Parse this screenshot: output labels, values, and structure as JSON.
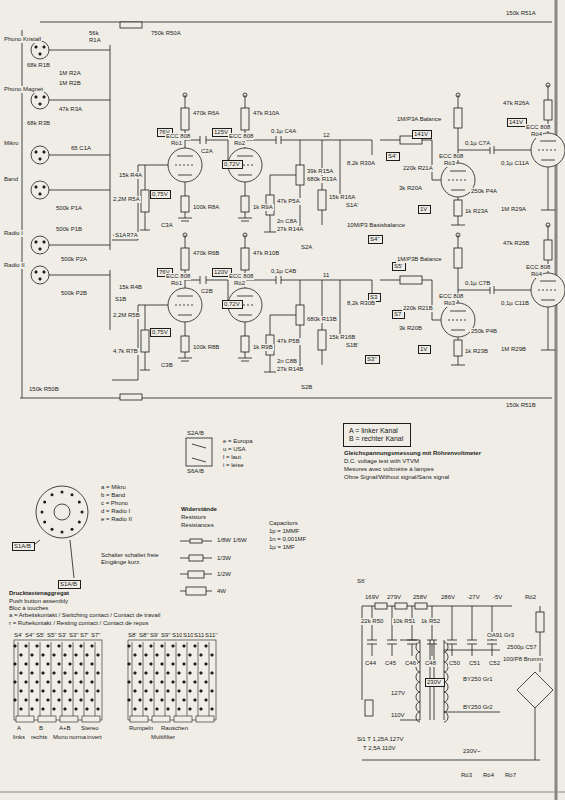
{
  "diagram": {
    "nodes": [
      {
        "text": [
          "76V"
        ]
      },
      {
        "text": [
          "125V"
        ]
      },
      {
        "text": [
          "0,75V"
        ]
      },
      {
        "text": [
          "0,72V"
        ]
      },
      {
        "text": [
          "76V"
        ]
      },
      {
        "text": [
          "120V"
        ]
      },
      {
        "text": [
          "0,75V"
        ]
      },
      {
        "text": [
          "0,72V"
        ]
      },
      {
        "text": [
          "141V"
        ]
      },
      {
        "text": [
          "1V"
        ]
      },
      {
        "text": [
          "141V"
        ]
      },
      {
        "text": [
          "1V"
        ]
      },
      {
        "text": [
          "S4'"
        ]
      },
      {
        "text": [
          "S4''"
        ]
      },
      {
        "text": [
          "S5'"
        ]
      },
      {
        "text": [
          "S3"
        ]
      },
      {
        "text": [
          "S7"
        ]
      },
      {
        "text": [
          "S3''"
        ]
      },
      {
        "text": [
          "S1A/B"
        ]
      },
      {
        "text": [
          "S1A/B"
        ]
      },
      {
        "text": [
          "A = linker Kanal",
          "B = rechter Kanal"
        ]
      },
      {
        "text": [
          "230V"
        ]
      }
    ],
    "labels": [
      "Phono Kristall",
      "Phono Magnet",
      "Mikro",
      "Band",
      "Radio I",
      "Radio II",
      "56k",
      "R1A",
      "750k R50A",
      "68k R1B",
      "1M R2A",
      "1M R2B",
      "47k R3A",
      "68k R3B",
      "65 C1A",
      "500k P1A",
      "500k P1B",
      "500k P2A",
      "500k P2B",
      "15k R4A",
      "2,2M R5A",
      "4,7k R7A",
      "15k R4B",
      "2,2M R5B",
      "4,7k R7B",
      "150k R50B",
      "ECC 808",
      "Rö1",
      "ECC 808",
      "Rö2",
      "ECC 808",
      "Rö1",
      "ECC 808",
      "Rö2",
      "ECC 808",
      "Rö3",
      "ECC 808",
      "Rö3",
      "ECC 808",
      "Rö4",
      "ECC 808",
      "Rö4",
      "470k R6A",
      "47k R10A",
      "470k R6B",
      "47k R10B",
      "100k R8A",
      "1k R9A",
      "100k R8B",
      "1k R9B",
      "C2A",
      "C2B",
      "C3A",
      "C3B",
      "0,1µ C4A",
      "0,1µ C4B",
      "39k R15A",
      "680k R13A",
      "47k P5A",
      "2n C8A",
      "27k R14A",
      "15k R16A",
      "680k R13B",
      "47k P5B",
      "2n C8B",
      "27k R14B",
      "15k R16B",
      "10M/P3 Basisbalance",
      "S2A",
      "S2B",
      "S1A",
      "S1B",
      "S1A'",
      "S1B'",
      "12",
      "11",
      "8,2k R30A",
      "8,2k R30B",
      "1M/P3A Balance",
      "1M/P3B Balance",
      "220k R21A",
      "220k R21B",
      "3k R20A",
      "3k R20B",
      "1k R23A",
      "1k R23B",
      "0,1µ C7A",
      "0,1µ C7B",
      "250k P4A",
      "250k P4B",
      "47k R26A",
      "0,1µ C11A",
      "1M R29A",
      "47k R26B",
      "0,1µ C11B",
      "1M R29B",
      "150k R51A",
      "150k R51B",
      "a = Mikro",
      "b = Band",
      "c = Phono",
      "d = Radio I",
      "e = Radio II",
      "Schalter schaltet freie Eingänge kurz.",
      "S2A/B",
      "S6A/B",
      "e = Europa",
      "u = USA",
      "l = laut",
      "i = leise",
      "Widerstände",
      "Resistors",
      "Résistances",
      "1/8W 1/6W",
      "1/3W",
      "1/2W",
      "4W",
      "Capacitors",
      "1p = 1MMF",
      "1n = 0,001MF",
      "1µ = 1MF",
      "Gleichspannungsmessung mit Röhrenvoltmeter",
      "D.C. voltage test with VTVM",
      "Mesures avec voltmètre à lampes",
      "Ohne Signal/Without signal/Sans signal",
      "Drucktastenaggregat",
      "Push button assembly",
      "Bloc à touches",
      "a = Arbeitskontakt / Switching contact / Contact de travail",
      "r = Ruhekontakt / Resting contact / Contact de repos",
      "S4'",
      "S4''",
      "S5'",
      "S5''",
      "S3'",
      "S3''",
      "S7'",
      "S7''",
      "S8'",
      "S8''",
      "S9'",
      "S9''",
      "S10'",
      "S10''",
      "S11'",
      "S11''",
      "A",
      "B",
      "A+B",
      "Stereo",
      "links",
      "rechts",
      "Mono",
      "normal",
      "invert",
      "Rumpeln",
      "Rauschen",
      "Multifilter",
      "S6'",
      "169V",
      "279V",
      "258V",
      "286V",
      "-27V",
      "-5V",
      "22k R50",
      "10k R51",
      "1k R52",
      "C44",
      "C45",
      "C46",
      "C48",
      "C50",
      "C51",
      "C52",
      "BY250 Gr1",
      "BY250 Gr2",
      "127V",
      "110V",
      "Si1 T 1,25A 127V",
      "T 2,5A 110V",
      "230V~",
      "Rö2",
      "OA91 Gr3",
      "2500µ C57",
      "100/P8 Brumm",
      "Rö3",
      "Rö4",
      "Rö7"
    ]
  }
}
